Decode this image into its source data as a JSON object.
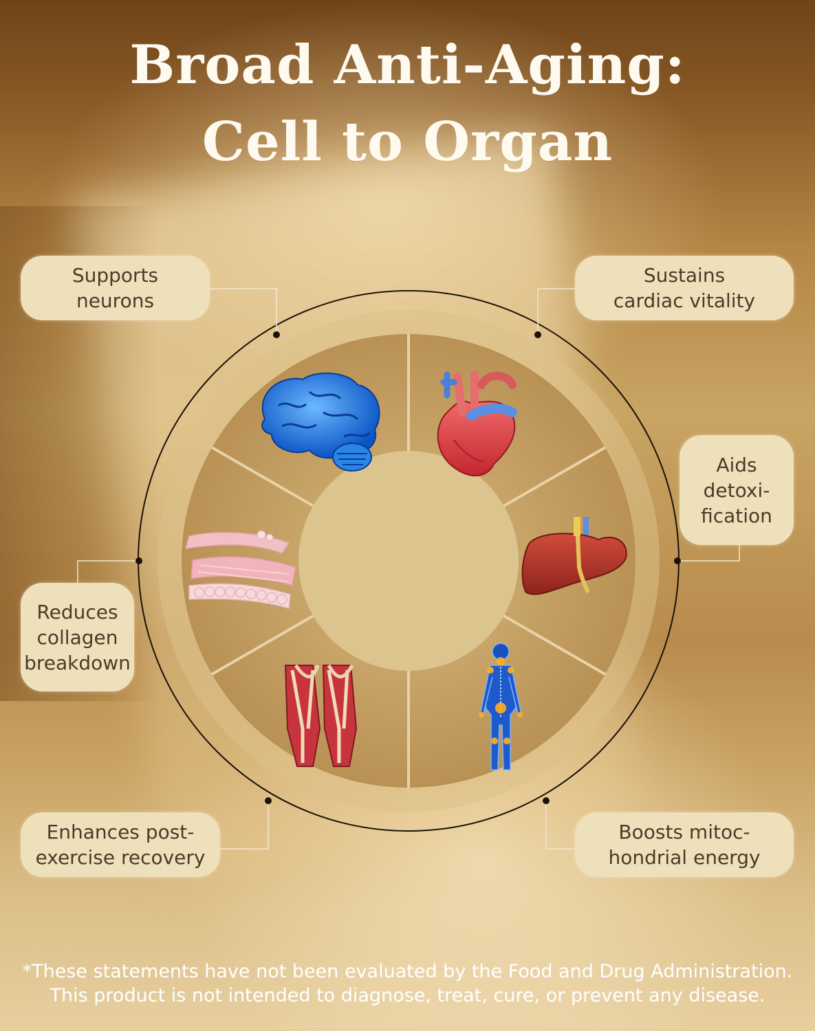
{
  "header": {
    "title_line1": "Broad Anti-Aging:",
    "title_line2": "Cell to Organ"
  },
  "benefits": [
    {
      "label_lines": [
        "Supports",
        "neurons"
      ],
      "icon": "brain-icon"
    },
    {
      "label_lines": [
        "Sustains",
        "cardiac vitality"
      ],
      "icon": "heart-icon"
    },
    {
      "label_lines": [
        "Aids",
        "detoxi-",
        "fication"
      ],
      "icon": "liver-icon"
    },
    {
      "label_lines": [
        "Reduces",
        "collagen",
        "breakdown"
      ],
      "icon": "skin-layers-icon"
    },
    {
      "label_lines": [
        "Enhances post-",
        "exercise recovery"
      ],
      "icon": "thigh-muscle-icon"
    },
    {
      "label_lines": [
        "Boosts mitoc-",
        "hondrial energy"
      ],
      "icon": "body-joints-icon"
    }
  ],
  "footer": {
    "disclaimer_line1": "*These statements have not been evaluated by the Food and Drug Administration.",
    "disclaimer_line2": "This product is not intended to diagnose, treat, cure, or prevent any disease."
  },
  "colors": {
    "pill_background": "#efe0bc",
    "title_text": "#fffaf0",
    "wheel_ring": "#d9bd85",
    "brain": "#1f7de0",
    "heart": "#e0484a",
    "liver": "#b8352c"
  }
}
